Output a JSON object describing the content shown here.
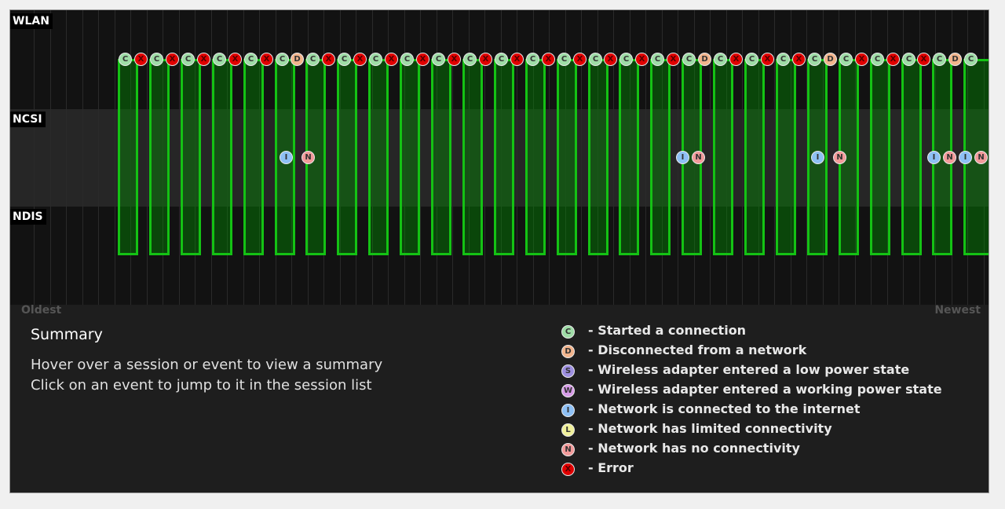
{
  "rows": {
    "wlan": "WLAN",
    "ncsi": "NCSI",
    "ndis": "NDIS"
  },
  "axis": {
    "oldest": "Oldest",
    "newest": "Newest"
  },
  "wlan_events": [
    "C",
    "X",
    "C",
    "X",
    "C",
    "X",
    "C",
    "X",
    "C",
    "X",
    "C",
    "D",
    "C",
    "X",
    "C",
    "X",
    "C",
    "X",
    "C",
    "X",
    "C",
    "X",
    "C",
    "X",
    "C",
    "X",
    "C",
    "X",
    "C",
    "X",
    "C",
    "X",
    "C",
    "X",
    "C",
    "X",
    "C",
    "D",
    "C",
    "X",
    "C",
    "X",
    "C",
    "X",
    "C",
    "D",
    "C",
    "X",
    "C",
    "X",
    "C",
    "X",
    "C",
    "D",
    "C"
  ],
  "ncsi_events": [
    {
      "group": "1",
      "letters": [
        "I",
        "N"
      ]
    },
    {
      "group": "2",
      "letters": [
        "I",
        "N"
      ]
    },
    {
      "group": "3",
      "letters": [
        "I",
        "N"
      ]
    },
    {
      "group": "4",
      "letters": [
        "I",
        "N",
        "I",
        "N"
      ]
    }
  ],
  "sessions_count_visible": "28",
  "summary": {
    "title": "Summary",
    "line1": "Hover over a session or event to view a summary",
    "line2": "Click on an event to jump to it in the session list"
  },
  "legend": [
    {
      "letter": "C",
      "type": "C",
      "label": "- Started a connection"
    },
    {
      "letter": "D",
      "type": "D",
      "label": "- Disconnected from a network"
    },
    {
      "letter": "S",
      "type": "S",
      "label": "- Wireless adapter entered a low power state"
    },
    {
      "letter": "W",
      "type": "W",
      "label": "- Wireless adapter entered a working power state"
    },
    {
      "letter": "I",
      "type": "I",
      "label": "- Network is connected to the internet"
    },
    {
      "letter": "L",
      "type": "L",
      "label": "- Network has limited connectivity"
    },
    {
      "letter": "N",
      "type": "N",
      "label": "- Network has no connectivity"
    },
    {
      "letter": "X",
      "type": "X",
      "label": "- Error"
    }
  ],
  "colors": {
    "session_fill": "#0a7a0a",
    "session_border": "#14c214",
    "started": "#9edca6",
    "disconnected": "#f2b48c",
    "low_power": "#9d8fe0",
    "working_power": "#d79be8",
    "internet": "#8ec0f5",
    "limited": "#f0f09a",
    "no_connectivity": "#f29a9a",
    "error": "#e00000"
  }
}
